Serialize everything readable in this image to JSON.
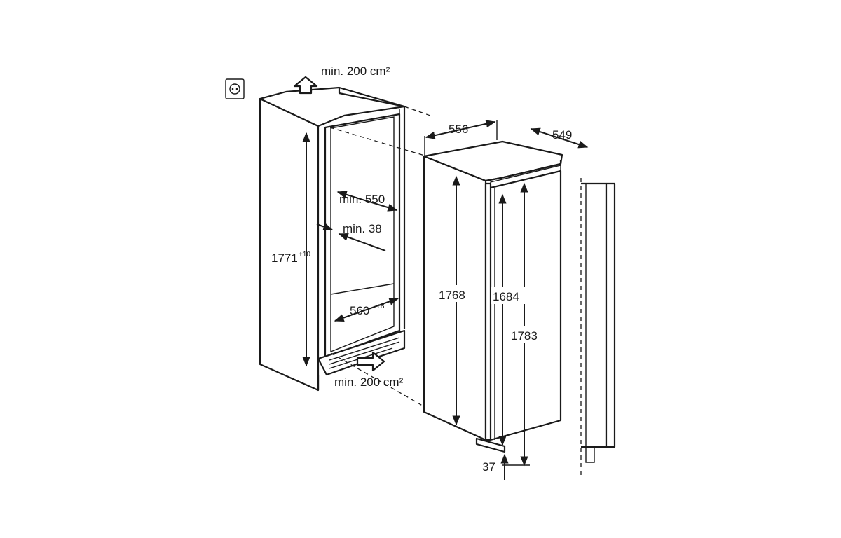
{
  "labels": {
    "vent_top": "min. 200 cm²",
    "vent_bottom": "min. 200 cm²",
    "niche_height": "1771",
    "niche_height_tol": "+10",
    "niche_depth": "min. 550",
    "panel_gap": "min. 38",
    "niche_width": "560",
    "niche_width_tol": "+8",
    "appliance_width": "556",
    "appliance_depth": "549",
    "appliance_height": "1768",
    "door_height": "1684",
    "total_height": "1783",
    "foot_height": "37"
  }
}
